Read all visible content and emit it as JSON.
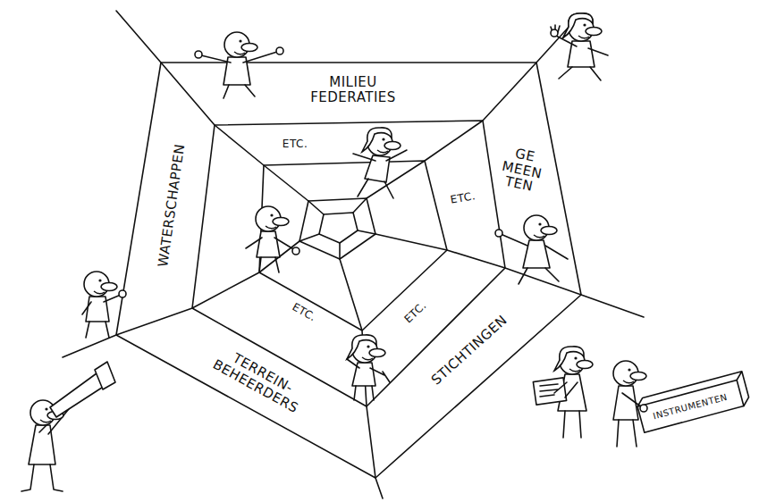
{
  "diagram": {
    "labels": [
      "MILIEU FEDERATIES",
      "GE MEEN TEN",
      "ETC.",
      "ETC.",
      "WATERSCHAPPEN",
      "ETC.",
      "ETC.",
      "TERREIN- BEHEERDERS",
      "STICHTINGEN",
      "INSTRUMENTEN"
    ]
  }
}
